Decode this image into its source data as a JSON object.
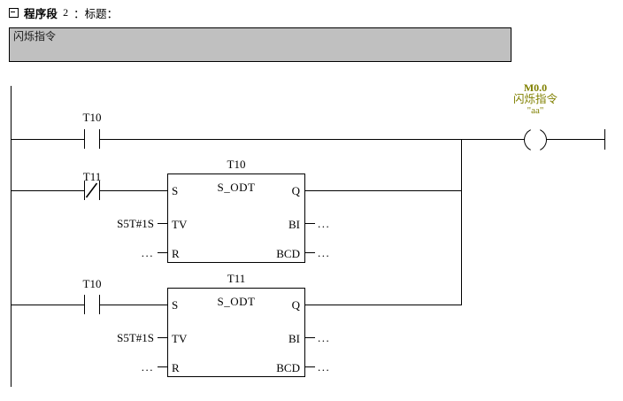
{
  "header": {
    "collapse_icon": "collapse-minus-icon",
    "network_label": "程序段",
    "network_number": "2",
    "title_label": "：标题：",
    "comment": "闪烁指令"
  },
  "colors": {
    "comment_bg": "#c0c0c0",
    "symbol_text": "#808000",
    "wire": "#000000"
  },
  "ladder": {
    "rung1": {
      "contact": {
        "name": "T10",
        "type": "NO"
      },
      "coil": {
        "address": "M0.0",
        "symbol": "闪烁指令",
        "quoted_name": "\"aa\"",
        "glyph": "( )"
      }
    },
    "rung2": {
      "contact": {
        "name": "T11",
        "type": "NC"
      },
      "block": {
        "title": "T10",
        "type": "S_ODT",
        "inputs": [
          {
            "pin": "S",
            "operand": ""
          },
          {
            "pin": "TV",
            "operand": "S5T#1S"
          },
          {
            "pin": "R",
            "operand": "..."
          }
        ],
        "outputs": [
          {
            "pin": "Q",
            "operand": ""
          },
          {
            "pin": "BI",
            "operand": "..."
          },
          {
            "pin": "BCD",
            "operand": "..."
          }
        ]
      }
    },
    "rung3": {
      "contact": {
        "name": "T10",
        "type": "NO"
      },
      "block": {
        "title": "T11",
        "type": "S_ODT",
        "inputs": [
          {
            "pin": "S",
            "operand": ""
          },
          {
            "pin": "TV",
            "operand": "S5T#1S"
          },
          {
            "pin": "R",
            "operand": "..."
          }
        ],
        "outputs": [
          {
            "pin": "Q",
            "operand": ""
          },
          {
            "pin": "BI",
            "operand": "..."
          },
          {
            "pin": "BCD",
            "operand": "..."
          }
        ]
      }
    }
  }
}
